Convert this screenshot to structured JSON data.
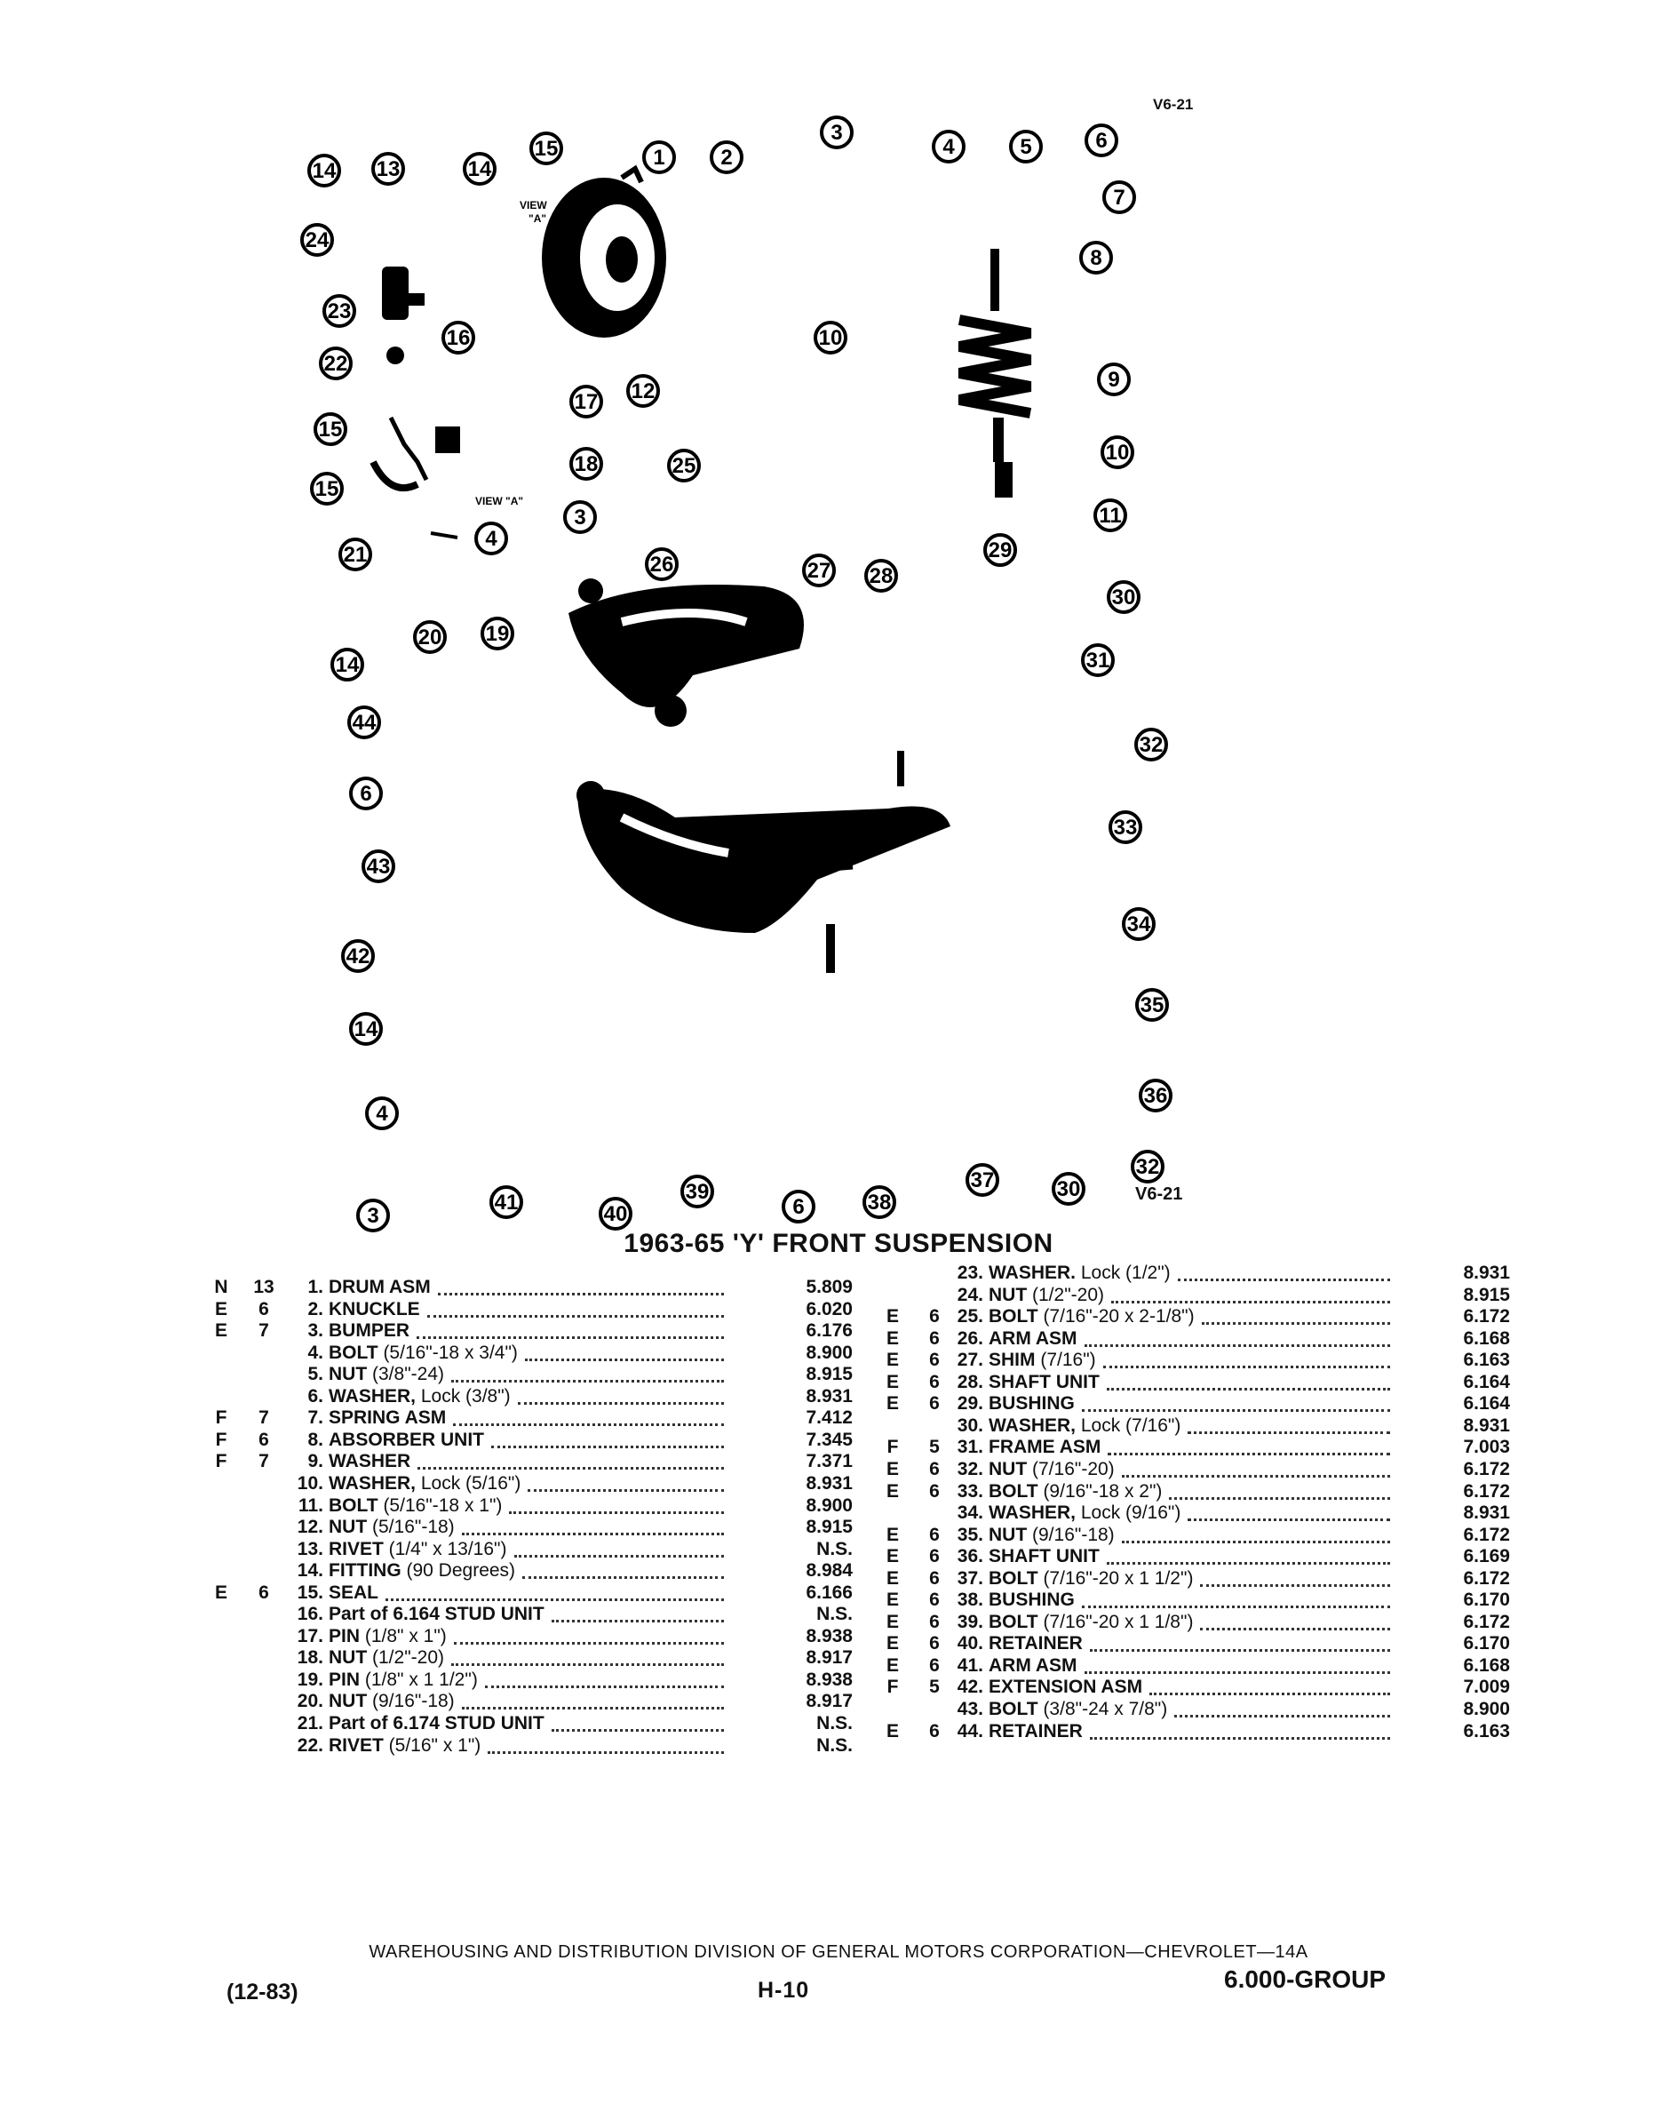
{
  "figure_ref_top": "V6-21",
  "figure_ref_bottom": "V6-21",
  "title": "1963-65 'Y' FRONT SUSPENSION",
  "callouts": [
    "14",
    "13",
    "14",
    "15",
    "1",
    "2",
    "3",
    "4",
    "5",
    "6",
    "7",
    "24",
    "8",
    "23",
    "16",
    "10",
    "22",
    "9",
    "17",
    "12",
    "15",
    "10",
    "18",
    "25",
    "15",
    "3",
    "11",
    "21",
    "4",
    "26",
    "27",
    "28",
    "29",
    "30",
    "20",
    "19",
    "31",
    "14",
    "44",
    "32",
    "6",
    "33",
    "43",
    "34",
    "42",
    "35",
    "14",
    "36",
    "4",
    "32",
    "3",
    "41",
    "40",
    "39",
    "6",
    "38",
    "37",
    "30"
  ],
  "left_parts": [
    {
      "code": "N",
      "grp": "13",
      "num": "1.",
      "name": "DRUM ASM",
      "spec": "",
      "part": "5.809"
    },
    {
      "code": "E",
      "grp": "6",
      "num": "2.",
      "name": "KNUCKLE",
      "spec": "",
      "part": "6.020"
    },
    {
      "code": "E",
      "grp": "7",
      "num": "3.",
      "name": "BUMPER",
      "spec": "",
      "part": "6.176"
    },
    {
      "code": "",
      "grp": "",
      "num": "4.",
      "name": "BOLT",
      "spec": "(5/16\"-18 x 3/4\")",
      "part": "8.900"
    },
    {
      "code": "",
      "grp": "",
      "num": "5.",
      "name": "NUT",
      "spec": "(3/8\"-24)",
      "part": "8.915"
    },
    {
      "code": "",
      "grp": "",
      "num": "6.",
      "name": "WASHER,",
      "spec": "Lock (3/8\")",
      "part": "8.931"
    },
    {
      "code": "F",
      "grp": "7",
      "num": "7.",
      "name": "SPRING ASM",
      "spec": "",
      "part": "7.412"
    },
    {
      "code": "F",
      "grp": "6",
      "num": "8.",
      "name": "ABSORBER UNIT",
      "spec": "",
      "part": "7.345"
    },
    {
      "code": "F",
      "grp": "7",
      "num": "9.",
      "name": "WASHER",
      "spec": "",
      "part": "7.371"
    },
    {
      "code": "",
      "grp": "",
      "num": "10.",
      "name": "WASHER,",
      "spec": "Lock (5/16\")",
      "part": "8.931"
    },
    {
      "code": "",
      "grp": "",
      "num": "11.",
      "name": "BOLT",
      "spec": "(5/16\"-18 x 1\")",
      "part": "8.900"
    },
    {
      "code": "",
      "grp": "",
      "num": "12.",
      "name": "NUT",
      "spec": "(5/16\"-18)",
      "part": "8.915"
    },
    {
      "code": "",
      "grp": "",
      "num": "13.",
      "name": "RIVET",
      "spec": "(1/4\" x 13/16\")",
      "part": "N.S."
    },
    {
      "code": "",
      "grp": "",
      "num": "14.",
      "name": "FITTING",
      "spec": "(90 Degrees)",
      "part": "8.984"
    },
    {
      "code": "E",
      "grp": "6",
      "num": "15.",
      "name": "SEAL",
      "spec": "",
      "part": "6.166"
    },
    {
      "code": "",
      "grp": "",
      "num": "16.",
      "name": "Part of 6.164 STUD UNIT",
      "spec": "",
      "part": "N.S."
    },
    {
      "code": "",
      "grp": "",
      "num": "17.",
      "name": "PIN",
      "spec": "(1/8\" x 1\")",
      "part": "8.938"
    },
    {
      "code": "",
      "grp": "",
      "num": "18.",
      "name": "NUT",
      "spec": "(1/2\"-20)",
      "part": "8.917"
    },
    {
      "code": "",
      "grp": "",
      "num": "19.",
      "name": "PIN",
      "spec": "(1/8\" x 1 1/2\")",
      "part": "8.938"
    },
    {
      "code": "",
      "grp": "",
      "num": "20.",
      "name": "NUT",
      "spec": "(9/16\"-18)",
      "part": "8.917"
    },
    {
      "code": "",
      "grp": "",
      "num": "21.",
      "name": "Part of 6.174 STUD UNIT",
      "spec": "",
      "part": "N.S."
    },
    {
      "code": "",
      "grp": "",
      "num": "22.",
      "name": "RIVET",
      "spec": "(5/16\" x 1\")",
      "part": "N.S."
    }
  ],
  "right_parts": [
    {
      "code": "",
      "grp": "",
      "num": "23.",
      "name": "WASHER.",
      "spec": "Lock (1/2\")",
      "part": "8.931"
    },
    {
      "code": "",
      "grp": "",
      "num": "24.",
      "name": "NUT",
      "spec": "(1/2\"-20)",
      "part": "8.915"
    },
    {
      "code": "E",
      "grp": "6",
      "num": "25.",
      "name": "BOLT",
      "spec": "(7/16\"-20 x 2-1/8\")",
      "part": "6.172"
    },
    {
      "code": "E",
      "grp": "6",
      "num": "26.",
      "name": "ARM ASM",
      "spec": "",
      "part": "6.168"
    },
    {
      "code": "E",
      "grp": "6",
      "num": "27.",
      "name": "SHIM",
      "spec": "(7/16\")",
      "part": "6.163"
    },
    {
      "code": "E",
      "grp": "6",
      "num": "28.",
      "name": "SHAFT UNIT",
      "spec": "",
      "part": "6.164"
    },
    {
      "code": "E",
      "grp": "6",
      "num": "29.",
      "name": "BUSHING",
      "spec": "",
      "part": "6.164"
    },
    {
      "code": "",
      "grp": "",
      "num": "30.",
      "name": "WASHER,",
      "spec": "Lock (7/16\")",
      "part": "8.931"
    },
    {
      "code": "F",
      "grp": "5",
      "num": "31.",
      "name": "FRAME ASM",
      "spec": "",
      "part": "7.003"
    },
    {
      "code": "E",
      "grp": "6",
      "num": "32.",
      "name": "NUT",
      "spec": "(7/16\"-20)",
      "part": "6.172"
    },
    {
      "code": "E",
      "grp": "6",
      "num": "33.",
      "name": "BOLT",
      "spec": "(9/16\"-18 x 2\")",
      "part": "6.172"
    },
    {
      "code": "",
      "grp": "",
      "num": "34.",
      "name": "WASHER,",
      "spec": "Lock (9/16\")",
      "part": "8.931"
    },
    {
      "code": "E",
      "grp": "6",
      "num": "35.",
      "name": "NUT",
      "spec": "(9/16\"-18)",
      "part": "6.172"
    },
    {
      "code": "E",
      "grp": "6",
      "num": "36.",
      "name": "SHAFT UNIT",
      "spec": "",
      "part": "6.169"
    },
    {
      "code": "E",
      "grp": "6",
      "num": "37.",
      "name": "BOLT",
      "spec": "(7/16\"-20 x 1 1/2\")",
      "part": "6.172"
    },
    {
      "code": "E",
      "grp": "6",
      "num": "38.",
      "name": "BUSHING",
      "spec": "",
      "part": "6.170"
    },
    {
      "code": "E",
      "grp": "6",
      "num": "39.",
      "name": "BOLT",
      "spec": "(7/16\"-20 x 1 1/8\")",
      "part": "6.172"
    },
    {
      "code": "E",
      "grp": "6",
      "num": "40.",
      "name": "RETAINER",
      "spec": "",
      "part": "6.170"
    },
    {
      "code": "E",
      "grp": "6",
      "num": "41.",
      "name": "ARM ASM",
      "spec": "",
      "part": "6.168"
    },
    {
      "code": "F",
      "grp": "5",
      "num": "42.",
      "name": "EXTENSION ASM",
      "spec": "",
      "part": "7.009"
    },
    {
      "code": "",
      "grp": "",
      "num": "43.",
      "name": "BOLT",
      "spec": "(3/8\"-24 x 7/8\")",
      "part": "8.900"
    },
    {
      "code": "E",
      "grp": "6",
      "num": "44.",
      "name": "RETAINER",
      "spec": "",
      "part": "6.163"
    }
  ],
  "footer": {
    "division": "WAREHOUSING AND DISTRIBUTION DIVISION OF GENERAL MOTORS CORPORATION—CHEVROLET—14A",
    "date": "(12-83)",
    "page": "H-10",
    "group": "6.000-GROUP"
  }
}
